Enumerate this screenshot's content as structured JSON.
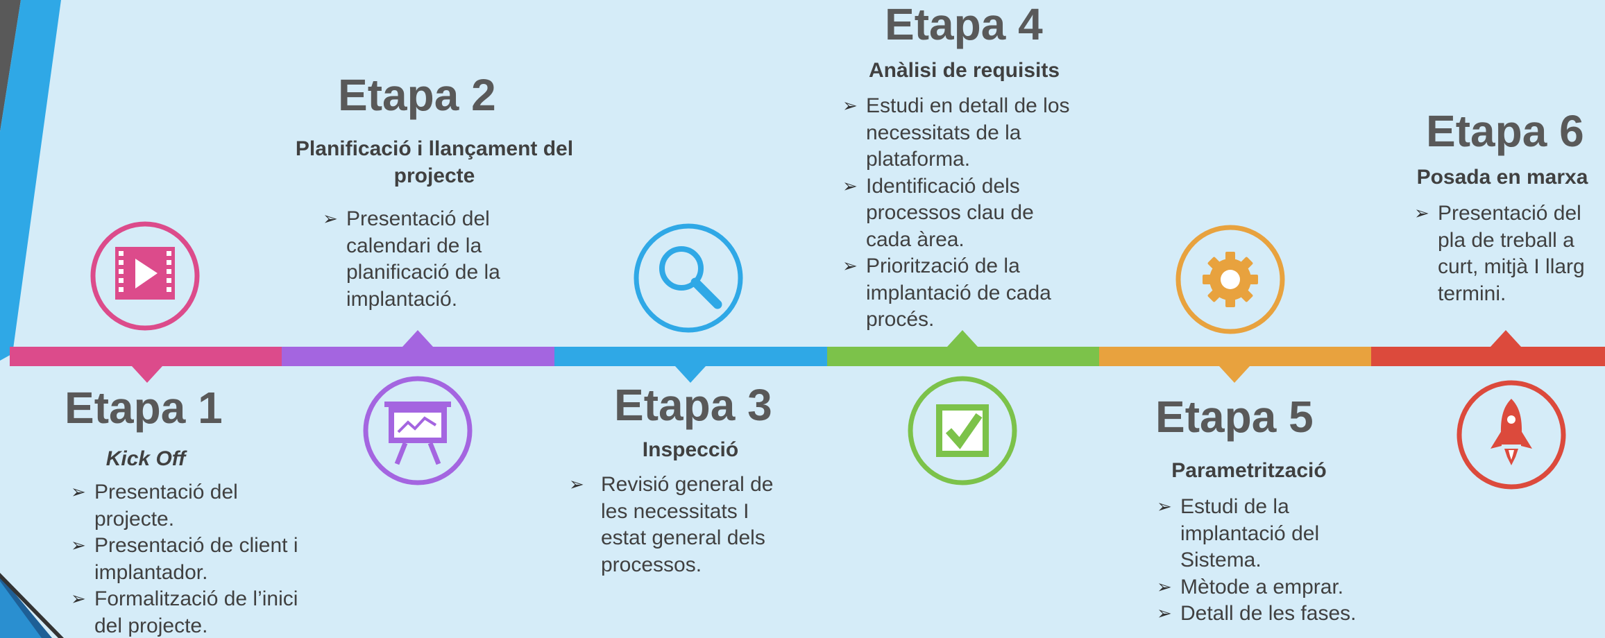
{
  "colors": {
    "background": "#d5ecf8",
    "stage1": "#dc4b8b",
    "stage2": "#a465e0",
    "stage3": "#2fa8e6",
    "stage4": "#7cc24a",
    "stage5": "#e8a23e",
    "stage6": "#dc4a3c"
  },
  "stages": [
    {
      "title": "Etapa 1",
      "subtitle": "Kick Off",
      "icon": "film-icon",
      "bullets": [
        "Presentació del projecte.",
        "Presentació de client i implantador.",
        "Formalització de l’inici del projecte."
      ]
    },
    {
      "title": "Etapa 2",
      "subtitle": "Planificació i llançament del projecte",
      "icon": "presentation-board-icon",
      "bullets": [
        "Presentació del calendari de la planificació de la implantació."
      ]
    },
    {
      "title": "Etapa 3",
      "subtitle": "Inspecció",
      "icon": "magnifier-icon",
      "bullets": [
        "Revisió general de les necessitats I estat general dels processos."
      ]
    },
    {
      "title": "Etapa 4",
      "subtitle": "Anàlisi de requisits",
      "icon": "checkbox-icon",
      "bullets": [
        "Estudi en detall de los necessitats de la plataforma.",
        "Identificació dels processos clau de cada àrea.",
        "Priorització de la implantació de cada procés."
      ]
    },
    {
      "title": "Etapa 5",
      "subtitle": "Parametrització",
      "icon": "gear-icon",
      "bullets": [
        "Estudi de la implantació del Sistema.",
        "Mètode a emprar.",
        "Detall de les fases."
      ]
    },
    {
      "title": "Etapa 6",
      "subtitle": "Posada en marxa",
      "icon": "rocket-icon",
      "bullets": [
        "Presentació del pla de treball a curt, mitjà I llarg termini."
      ]
    }
  ]
}
